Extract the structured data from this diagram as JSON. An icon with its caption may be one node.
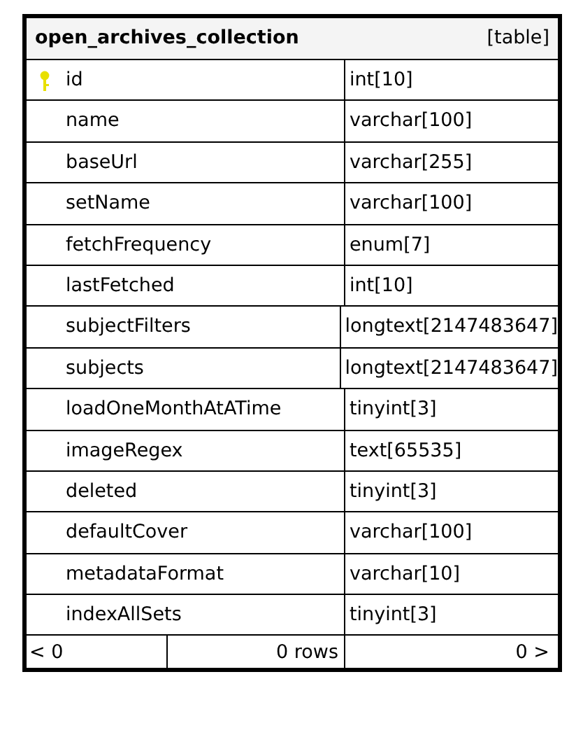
{
  "diagram": {
    "nodes": [
      {
        "text": [
          "open_archives_collection",
          "[table]"
        ]
      }
    ],
    "labels": [
      "id",
      "int[10]",
      "name",
      "varchar[100]",
      "baseUrl",
      "varchar[255]",
      "setName",
      "varchar[100]",
      "fetchFrequency",
      "enum[7]",
      "lastFetched",
      "int[10]",
      "subjectFilters",
      "longtext[2147483647]",
      "subjects",
      "longtext[2147483647]",
      "loadOneMonthAtATime",
      "tinyint[3]",
      "imageRegex",
      "text[65535]",
      "deleted",
      "tinyint[3]",
      "defaultCover",
      "varchar[100]",
      "metadataFormat",
      "varchar[10]",
      "indexAllSets",
      "tinyint[3]",
      "< 0",
      "0 rows",
      "0 >"
    ]
  }
}
